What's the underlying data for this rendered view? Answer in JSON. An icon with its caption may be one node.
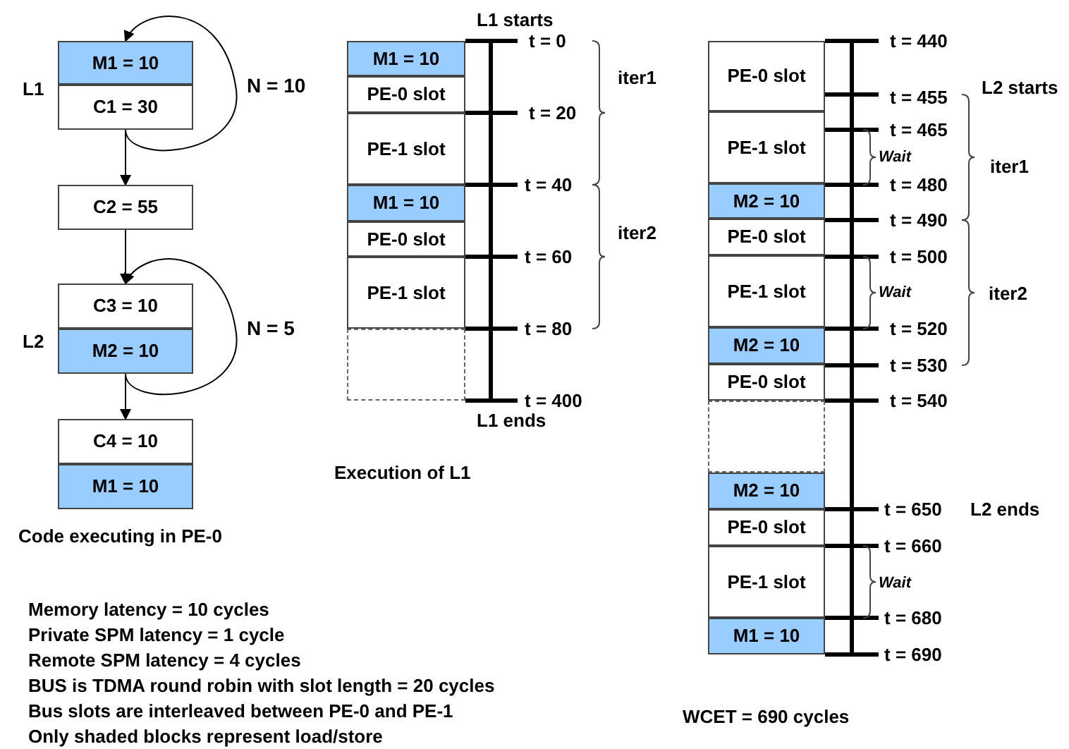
{
  "diagram": {
    "nodes": [
      {
        "text": [
          "M1 = 10"
        ]
      },
      {
        "text": [
          "C1 = 30"
        ]
      },
      {
        "text": [
          "C2 = 55"
        ]
      },
      {
        "text": [
          "C3 = 10"
        ]
      },
      {
        "text": [
          "M2 = 10"
        ]
      },
      {
        "text": [
          "C4 = 10"
        ]
      },
      {
        "text": [
          "M1 = 10"
        ]
      },
      {
        "text": [
          "M1 = 10"
        ]
      },
      {
        "text": [
          "PE-0 slot"
        ]
      },
      {
        "text": [
          "PE-1 slot"
        ]
      },
      {
        "text": [
          "M1 = 10"
        ]
      },
      {
        "text": [
          "PE-0 slot"
        ]
      },
      {
        "text": [
          "PE-1 slot"
        ]
      },
      {
        "text": [],
        "shape": "box"
      },
      {
        "text": [
          "PE-0 slot"
        ]
      },
      {
        "text": [
          "PE-1 slot"
        ]
      },
      {
        "text": [
          "M2 = 10"
        ]
      },
      {
        "text": [
          "PE-0 slot"
        ]
      },
      {
        "text": [
          "PE-1 slot"
        ]
      },
      {
        "text": [
          "M2 = 10"
        ]
      },
      {
        "text": [
          "PE-0 slot"
        ]
      },
      {
        "text": [],
        "shape": "box"
      },
      {
        "text": [
          "M2 = 10"
        ]
      },
      {
        "text": [
          "PE-0 slot"
        ]
      },
      {
        "text": [
          "PE-1 slot"
        ]
      },
      {
        "text": [
          "M1 = 10"
        ]
      }
    ],
    "edges": [
      {
        "from": 1,
        "to": 0,
        "arrow": "to",
        "label": "N = 10"
      },
      {
        "from": 1,
        "to": 2,
        "arrow": "to"
      },
      {
        "from": 2,
        "to": 3,
        "arrow": "to"
      },
      {
        "from": 4,
        "to": 3,
        "arrow": "to",
        "label": "N = 5"
      },
      {
        "from": 4,
        "to": 5,
        "arrow": "to"
      }
    ],
    "labels": [
      "L1",
      "L2",
      "Code executing in PE-0",
      "L1 starts",
      "t = 0",
      "iter1",
      "t = 20",
      "t = 40",
      "iter2",
      "t = 60",
      "t = 80",
      "t = 400",
      "L1 ends",
      "Execution of L1",
      "t = 440",
      "L2 starts",
      "t = 455",
      "t = 465",
      "Wait",
      "iter1",
      "t = 480",
      "t = 490",
      "t = 500",
      "Wait",
      "iter2",
      "t = 520",
      "t = 530",
      "t = 540",
      "t = 650",
      "L2 ends",
      "t = 660",
      "Wait",
      "t = 680",
      "t = 690",
      "Memory latency = 10 cycles",
      "Private SPM latency = 1 cycle",
      "Remote SPM latency = 4 cycles",
      "BUS is TDMA round robin with slot length = 20 cycles",
      "Bus slots are interleaved between PE-0 and PE-1",
      "Only shaded blocks represent load/store",
      "WCET = 690 cycles"
    ]
  }
}
